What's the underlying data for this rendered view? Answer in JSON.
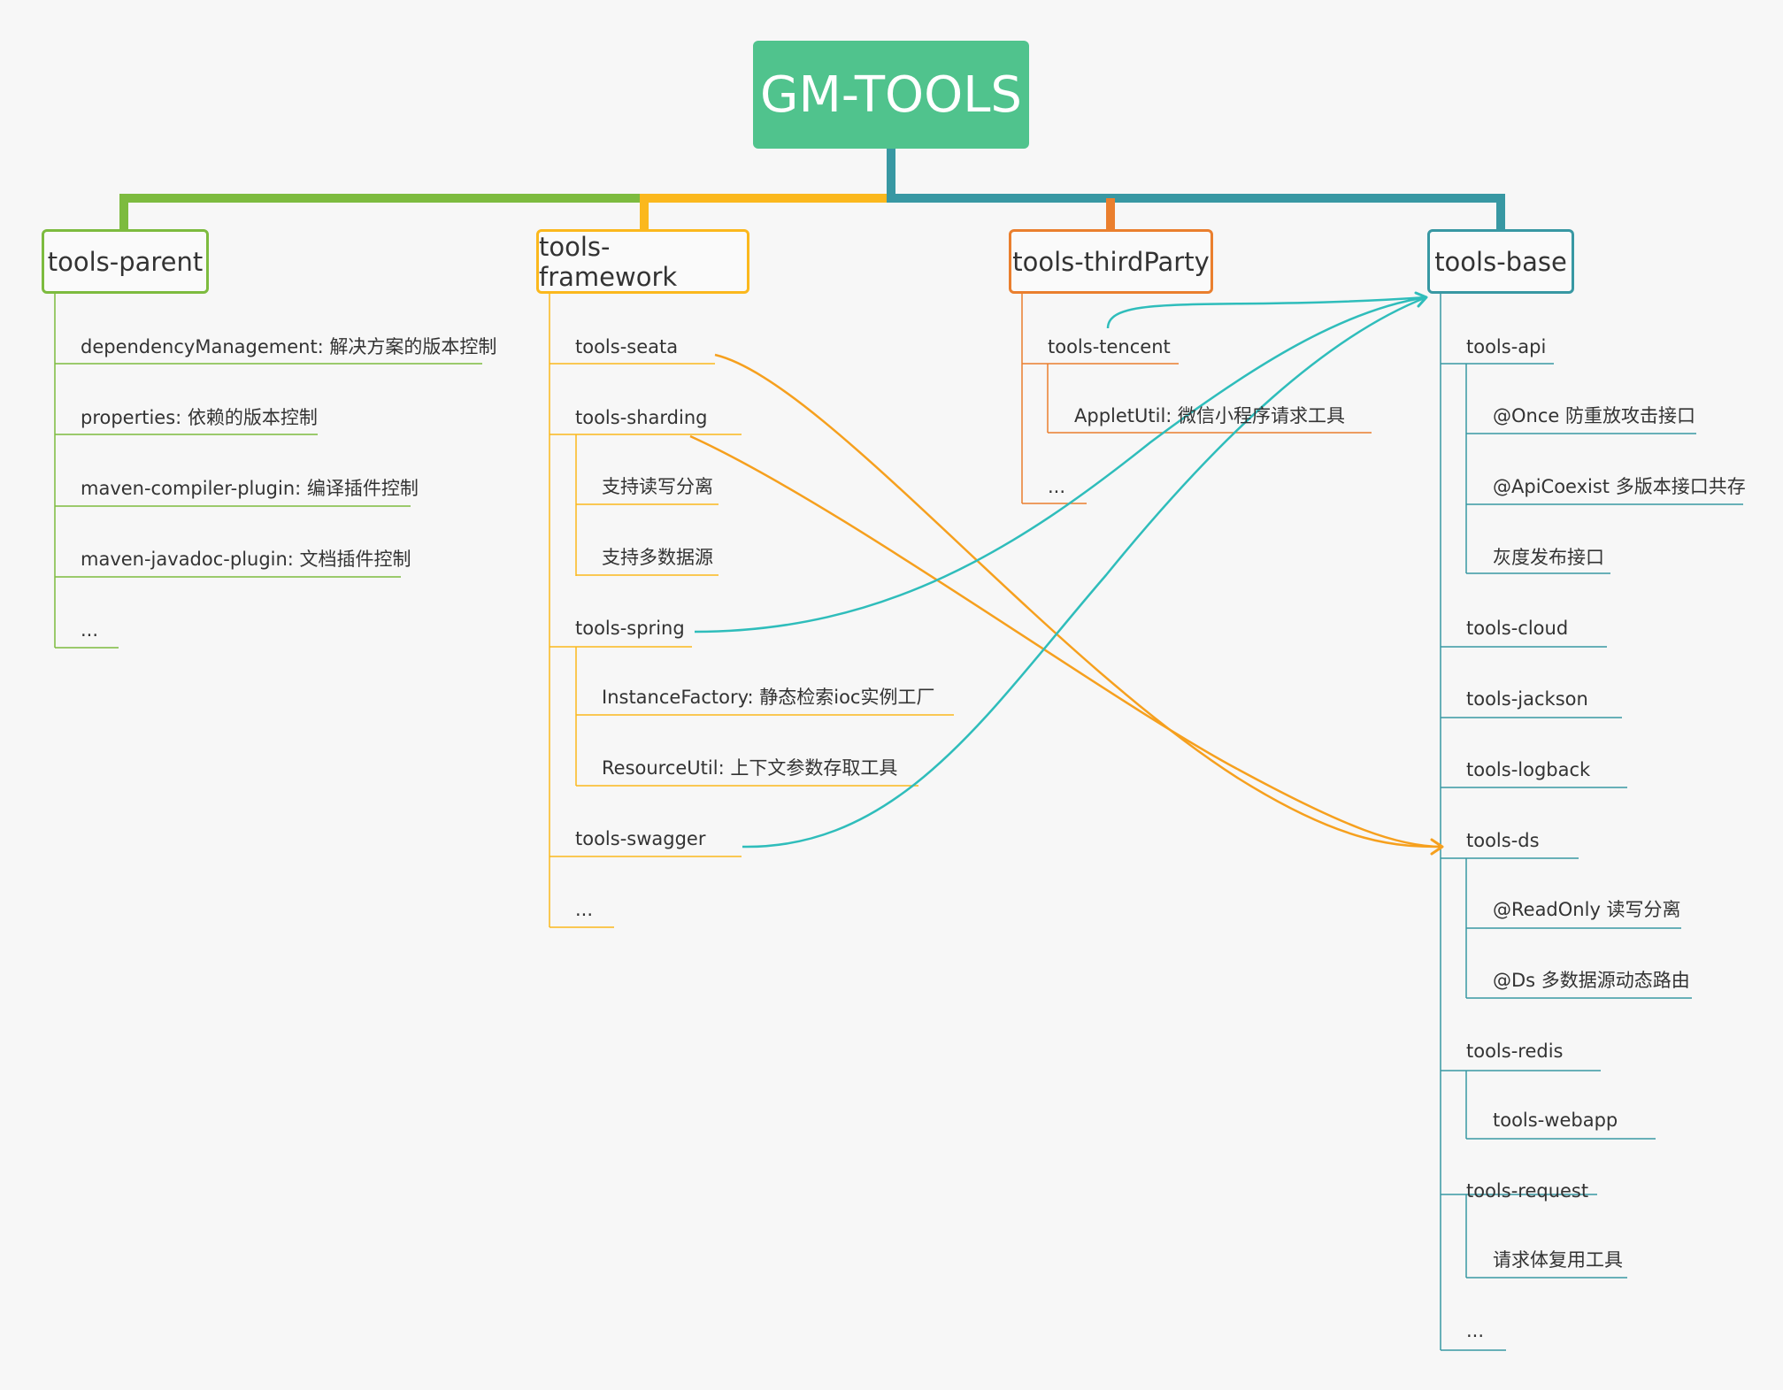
{
  "root": {
    "title": "GM-TOOLS"
  },
  "colors": {
    "root": "#50c38d",
    "parent": "#7dbb3f",
    "framework": "#fbb81d",
    "thirdParty": "#ea7f2e",
    "base": "#3898a3",
    "link_orange": "#f6a01e",
    "link_teal": "#2fbdbb",
    "background": "#f7f7f7"
  },
  "branches": {
    "parent": {
      "title": "tools-parent",
      "items": [
        "dependencyManagement: 解决方案的版本控制",
        "properties: 依赖的版本控制",
        "maven-compiler-plugin: 编译插件控制",
        "maven-javadoc-plugin: 文档插件控制",
        "..."
      ]
    },
    "framework": {
      "title": "tools-framework",
      "items": [
        "tools-seata",
        "tools-sharding",
        "支持读写分离",
        "支持多数据源",
        "tools-spring",
        "InstanceFactory: 静态检索ioc实例工厂",
        "ResourceUtil: 上下文参数存取工具",
        "tools-swagger",
        "..."
      ]
    },
    "thirdParty": {
      "title": "tools-thirdParty",
      "items": [
        "tools-tencent",
        "AppletUtil: 微信小程序请求工具",
        "..."
      ]
    },
    "base": {
      "title": "tools-base",
      "items": [
        "tools-api",
        "@Once 防重放攻击接口",
        "@ApiCoexist 多版本接口共存",
        "灰度发布接口",
        "tools-cloud",
        "tools-jackson",
        "tools-logback",
        "tools-ds",
        "@ReadOnly 读写分离",
        "@Ds 多数据源动态路由",
        "tools-redis",
        "tools-webapp",
        "tools-request",
        "请求体复用工具",
        "..."
      ]
    }
  }
}
